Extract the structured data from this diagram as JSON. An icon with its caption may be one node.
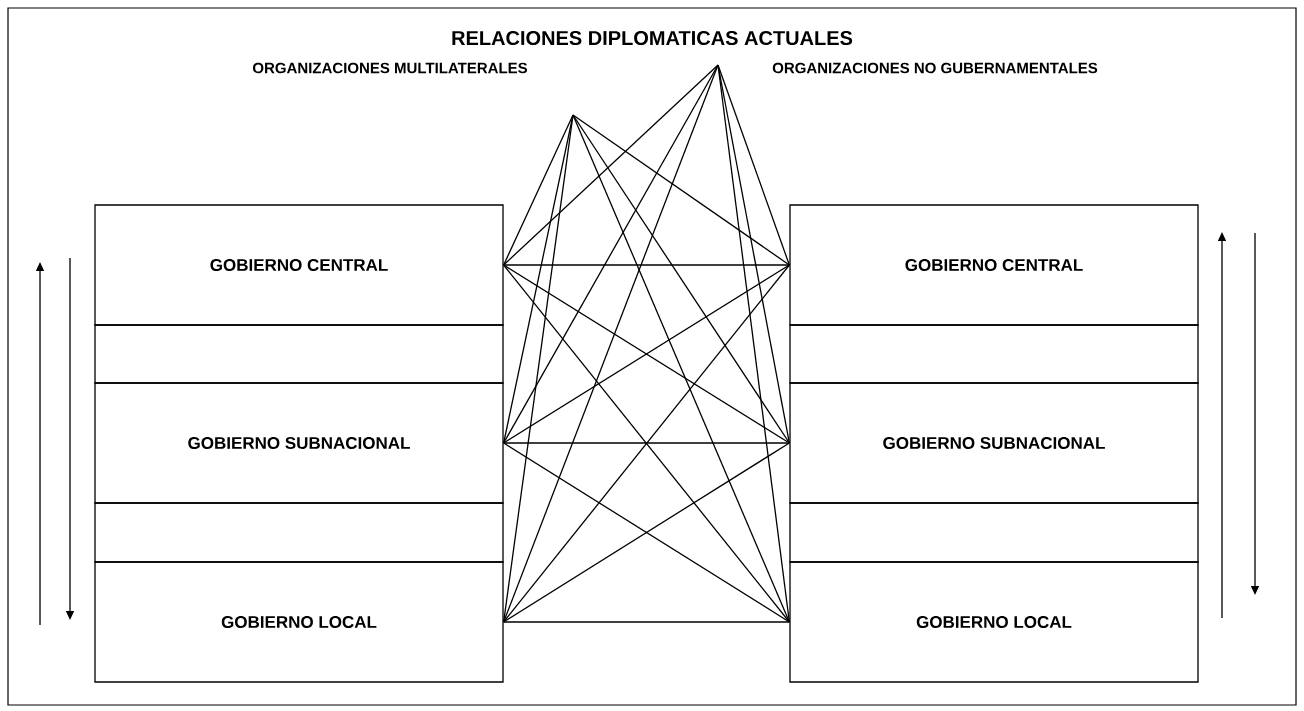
{
  "diagram": {
    "title": "RELACIONES DIPLOMATICAS ACTUALES",
    "nodes": [
      {
        "text": [
          "ORGANIZACIONES MULTILATERALES"
        ]
      },
      {
        "text": [
          "ORGANIZACIONES NO GUBERNAMENTALES"
        ]
      },
      {
        "text": [
          "GOBIERNO CENTRAL"
        ]
      },
      {
        "text": [],
        "shape": "box"
      },
      {
        "text": [
          "GOBIERNO SUBNACIONAL"
        ]
      },
      {
        "text": [],
        "shape": "box"
      },
      {
        "text": [
          "GOBIERNO LOCAL"
        ]
      },
      {
        "text": [
          "GOBIERNO CENTRAL"
        ]
      },
      {
        "text": [],
        "shape": "box"
      },
      {
        "text": [
          "GOBIERNO SUBNACIONAL"
        ]
      },
      {
        "text": [],
        "shape": "box"
      },
      {
        "text": [
          "GOBIERNO LOCAL"
        ]
      }
    ],
    "edges": [
      {
        "from": 0,
        "to": 2,
        "arrow": "none"
      },
      {
        "from": 0,
        "to": 4,
        "arrow": "none"
      },
      {
        "from": 0,
        "to": 6,
        "arrow": "none"
      },
      {
        "from": 0,
        "to": 7,
        "arrow": "none"
      },
      {
        "from": 0,
        "to": 9,
        "arrow": "none"
      },
      {
        "from": 0,
        "to": 11,
        "arrow": "none"
      },
      {
        "from": 1,
        "to": 2,
        "arrow": "none"
      },
      {
        "from": 1,
        "to": 4,
        "arrow": "none"
      },
      {
        "from": 1,
        "to": 6,
        "arrow": "none"
      },
      {
        "from": 1,
        "to": 7,
        "arrow": "none"
      },
      {
        "from": 1,
        "to": 9,
        "arrow": "none"
      },
      {
        "from": 1,
        "to": 11,
        "arrow": "none"
      },
      {
        "from": 2,
        "to": 7,
        "arrow": "none"
      },
      {
        "from": 2,
        "to": 9,
        "arrow": "none"
      },
      {
        "from": 2,
        "to": 11,
        "arrow": "none"
      },
      {
        "from": 4,
        "to": 7,
        "arrow": "none"
      },
      {
        "from": 4,
        "to": 9,
        "arrow": "none"
      },
      {
        "from": 4,
        "to": 11,
        "arrow": "none"
      },
      {
        "from": 6,
        "to": 7,
        "arrow": "none"
      },
      {
        "from": 6,
        "to": 9,
        "arrow": "none"
      },
      {
        "from": 6,
        "to": 11,
        "arrow": "none"
      }
    ]
  }
}
